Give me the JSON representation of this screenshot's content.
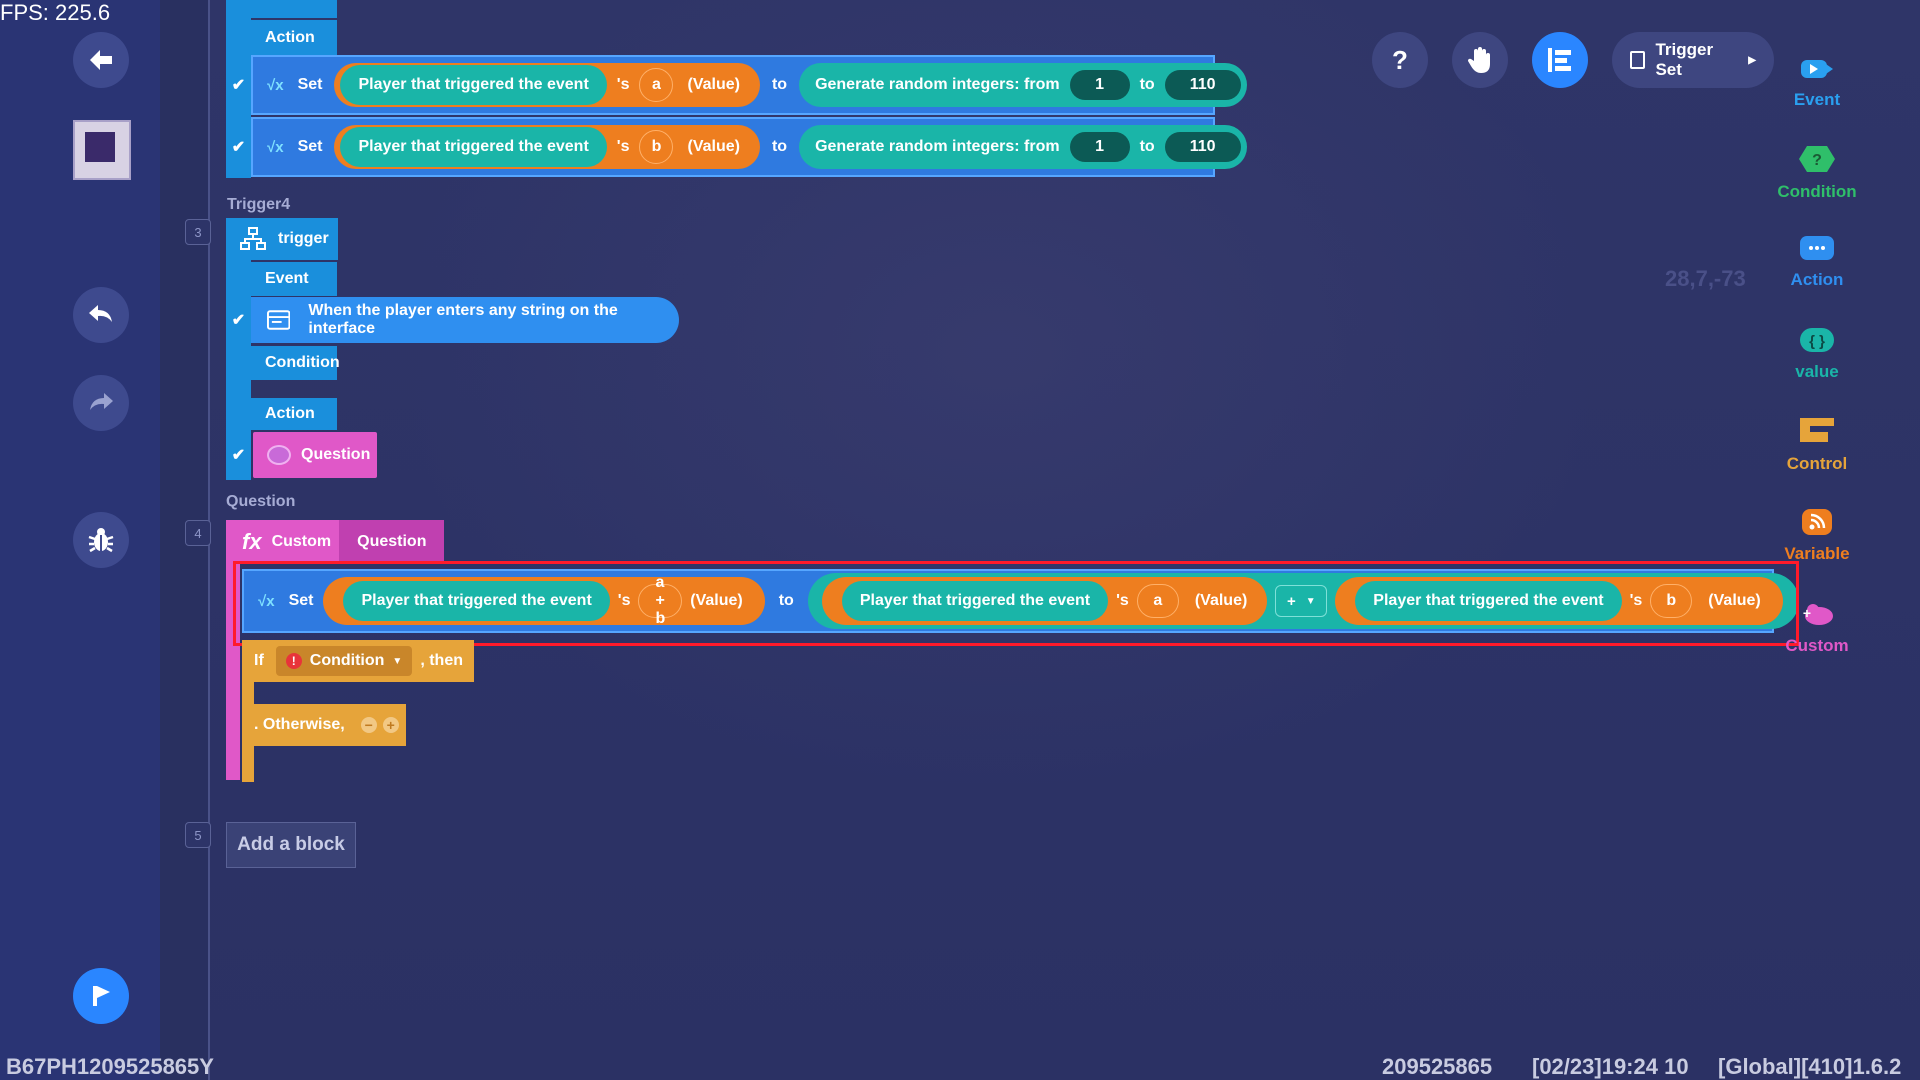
{
  "fps": "FPS: 225.6",
  "line_numbers": [
    "3",
    "4",
    "5"
  ],
  "section_labels": {
    "trigger4": "Trigger4",
    "question": "Question"
  },
  "tabs": {
    "action": "Action",
    "trigger": "trigger",
    "event": "Event",
    "condition": "Condition"
  },
  "set_rows": [
    {
      "set": "Set",
      "player": "Player that triggered the event",
      "possessive": "'s",
      "var": "a",
      "value": "(Value)",
      "to": "to",
      "random": "Generate random integers: from",
      "from": "1",
      "to_word": "to",
      "max": "110"
    },
    {
      "set": "Set",
      "player": "Player that triggered the event",
      "possessive": "'s",
      "var": "b",
      "value": "(Value)",
      "to": "to",
      "random": "Generate random integers: from",
      "from": "1",
      "to_word": "to",
      "max": "110"
    }
  ],
  "event_text": "When the player enters any string on the interface",
  "question_action": "Question",
  "custom_header": {
    "fx": "fx",
    "custom": "Custom",
    "name": "Question"
  },
  "highlight_row": {
    "set": "Set",
    "player1": "Player that triggered the event",
    "pos1": "'s",
    "var1": "a + b",
    "value1": "(Value)",
    "to": "to",
    "player2": "Player that triggered the event",
    "pos2": "'s",
    "var2": "a",
    "value2": "(Value)",
    "op": "+",
    "player3": "Player that triggered the event",
    "pos3": "'s",
    "var3": "b",
    "value3": "(Value)"
  },
  "if_block": {
    "if": "If",
    "condition": "Condition",
    "then": ", then",
    "otherwise": ". Otherwise,"
  },
  "add_block": "Add a block",
  "toolbar": {
    "help": "?",
    "trigger_set": "Trigger Set"
  },
  "palette": [
    {
      "label": "Event",
      "color": "#2aa0f0"
    },
    {
      "label": "Condition",
      "color": "#2fbf6a"
    },
    {
      "label": "Action",
      "color": "#2f8ff0"
    },
    {
      "label": "value",
      "color": "#1ab5a8"
    },
    {
      "label": "Control",
      "color": "#e6a43a"
    },
    {
      "label": "Variable",
      "color": "#ee7e1f"
    },
    {
      "label": "Custom",
      "color": "#e058c8"
    }
  ],
  "background_text": "28,7,-73",
  "footer": {
    "id": "B67PH1209525865Y",
    "code": "209525865",
    "datetime": "[02/23]19:24 10",
    "version": "[Global][410]1.6.2"
  }
}
